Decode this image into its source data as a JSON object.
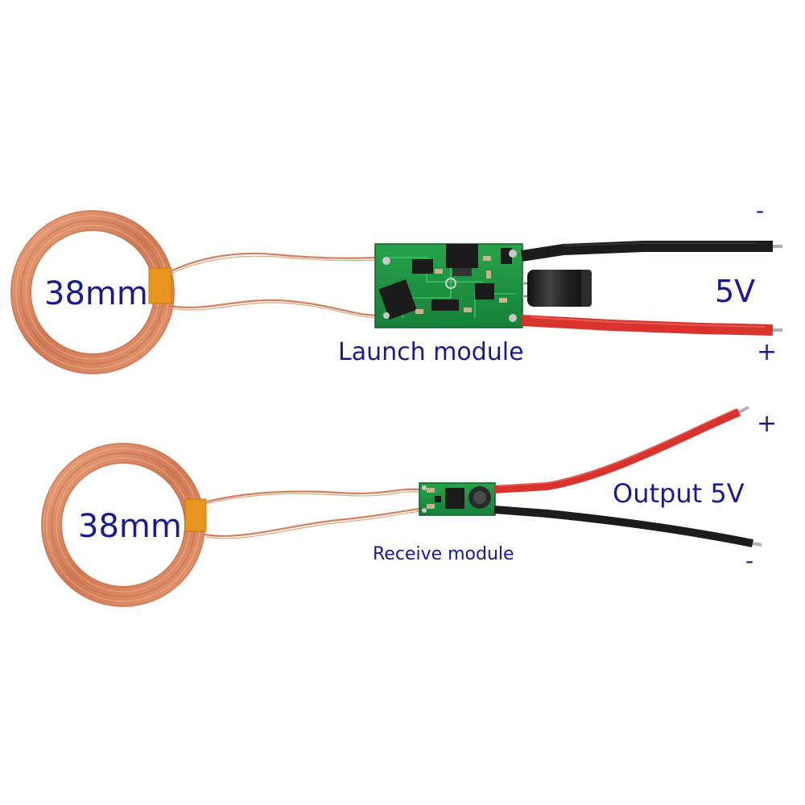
{
  "labels": {
    "coil_top": "38mm",
    "coil_bottom": "38mm",
    "launch_module": "Launch module",
    "receive_module": "Receive module",
    "input_voltage": "5V",
    "output_voltage": "Output 5V",
    "top_minus": "-",
    "top_plus": "+",
    "bottom_plus": "+",
    "bottom_minus": "-"
  },
  "colors": {
    "label_text": "#1a1a8c",
    "copper": "#d9875f",
    "tape": "#e8951e",
    "pcb_green": "#1f8a3c",
    "wire_red": "#d8332d",
    "wire_black": "#1c1c1c"
  }
}
